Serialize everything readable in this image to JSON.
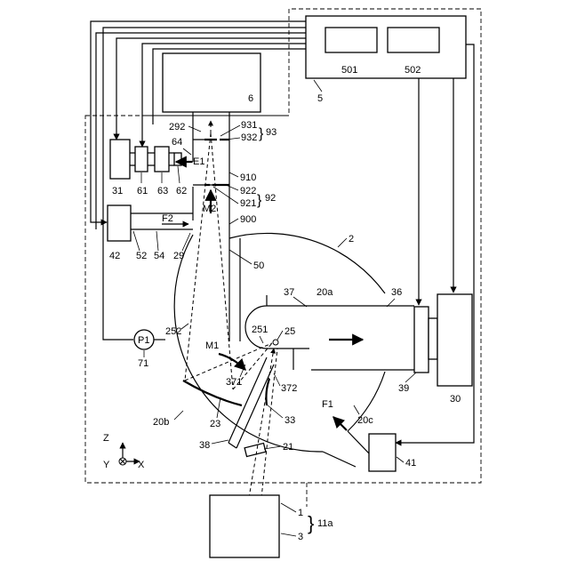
{
  "labels": {
    "l501": "501",
    "l502": "502",
    "l5": "5",
    "l6": "6",
    "l292": "292",
    "l931": "931",
    "l932": "932",
    "l93": "93",
    "l64": "64",
    "lE1": "E1",
    "l31": "31",
    "l61": "61",
    "l63": "63",
    "l62": "62",
    "l910": "910",
    "l922": "922",
    "l921": "921",
    "l92": "92",
    "lM2": "M2",
    "l900": "900",
    "l42": "42",
    "lF2": "F2",
    "l52": "52",
    "l54": "54",
    "l29": "29",
    "l50": "50",
    "l2": "2",
    "l37": "37",
    "l20a": "20a",
    "l36": "36",
    "lP1": "P1",
    "l252": "252",
    "l251": "251",
    "l25": "25",
    "lM1": "M1",
    "l371": "371",
    "l372": "372",
    "l71": "71",
    "l39": "39",
    "l30": "30",
    "l20b": "20b",
    "l23": "23",
    "l33": "33",
    "lF1": "F1",
    "l20c": "20c",
    "l38": "38",
    "l21": "21",
    "l41": "41",
    "lZ": "Z",
    "lY": "Y",
    "lX": "X",
    "l1": "1",
    "l11a": "11a",
    "l3": "3"
  }
}
